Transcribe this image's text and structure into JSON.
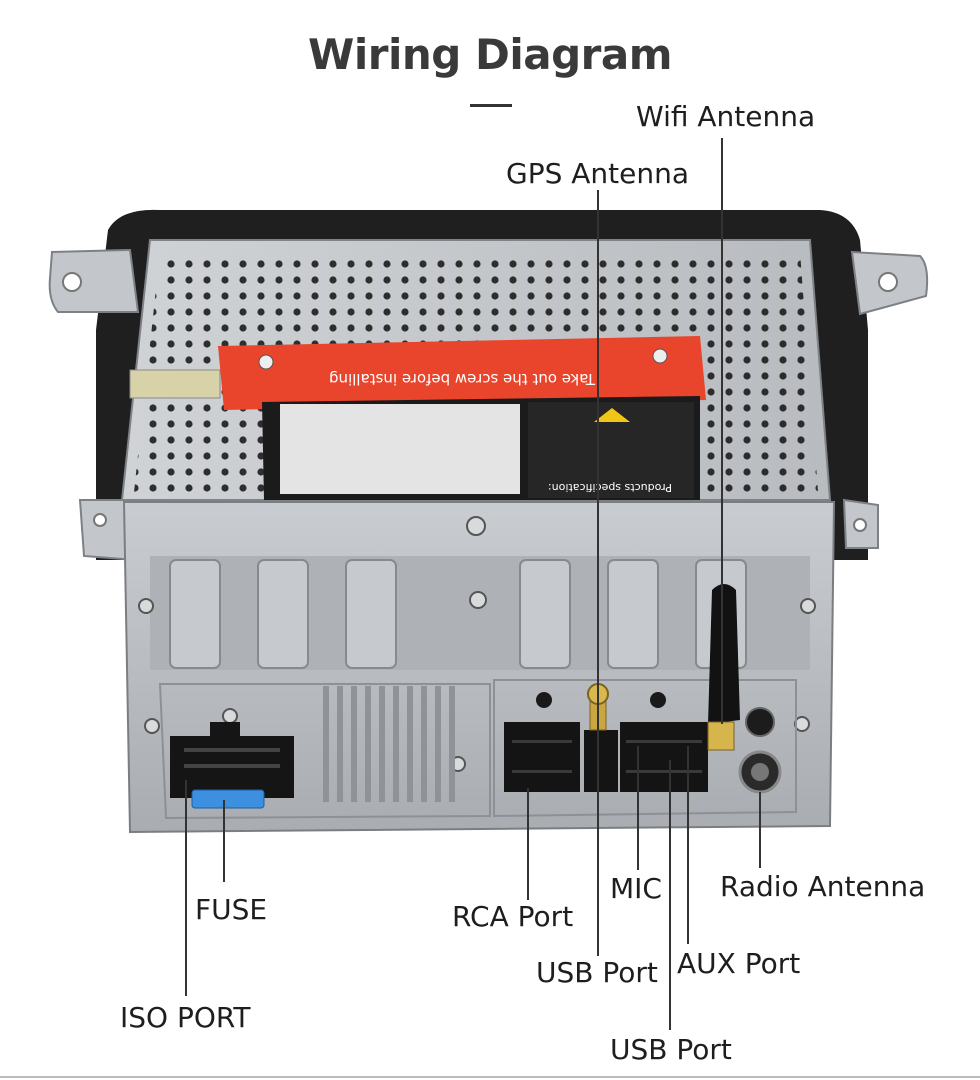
{
  "title": "Wiring Diagram",
  "labels": {
    "wifi_antenna": "Wifi Antenna",
    "gps_antenna": "GPS Antenna",
    "fuse": "FUSE",
    "iso_port": "ISO PORT",
    "rca_port": "RCA Port",
    "mic": "MIC",
    "radio_antenna": "Radio Antenna",
    "usb_port_1": "USB Port",
    "aux_port": "AUX Port",
    "usb_port_2": "USB Port"
  },
  "sticker": {
    "warning_text": "Take out the screw before installing",
    "product_spec_heading": "Products specification:"
  },
  "colors": {
    "chassis": "#b9bcc0",
    "sticker_red": "#e8452c",
    "label_black": "#222222",
    "fuse_blue": "#3d8fe0"
  }
}
